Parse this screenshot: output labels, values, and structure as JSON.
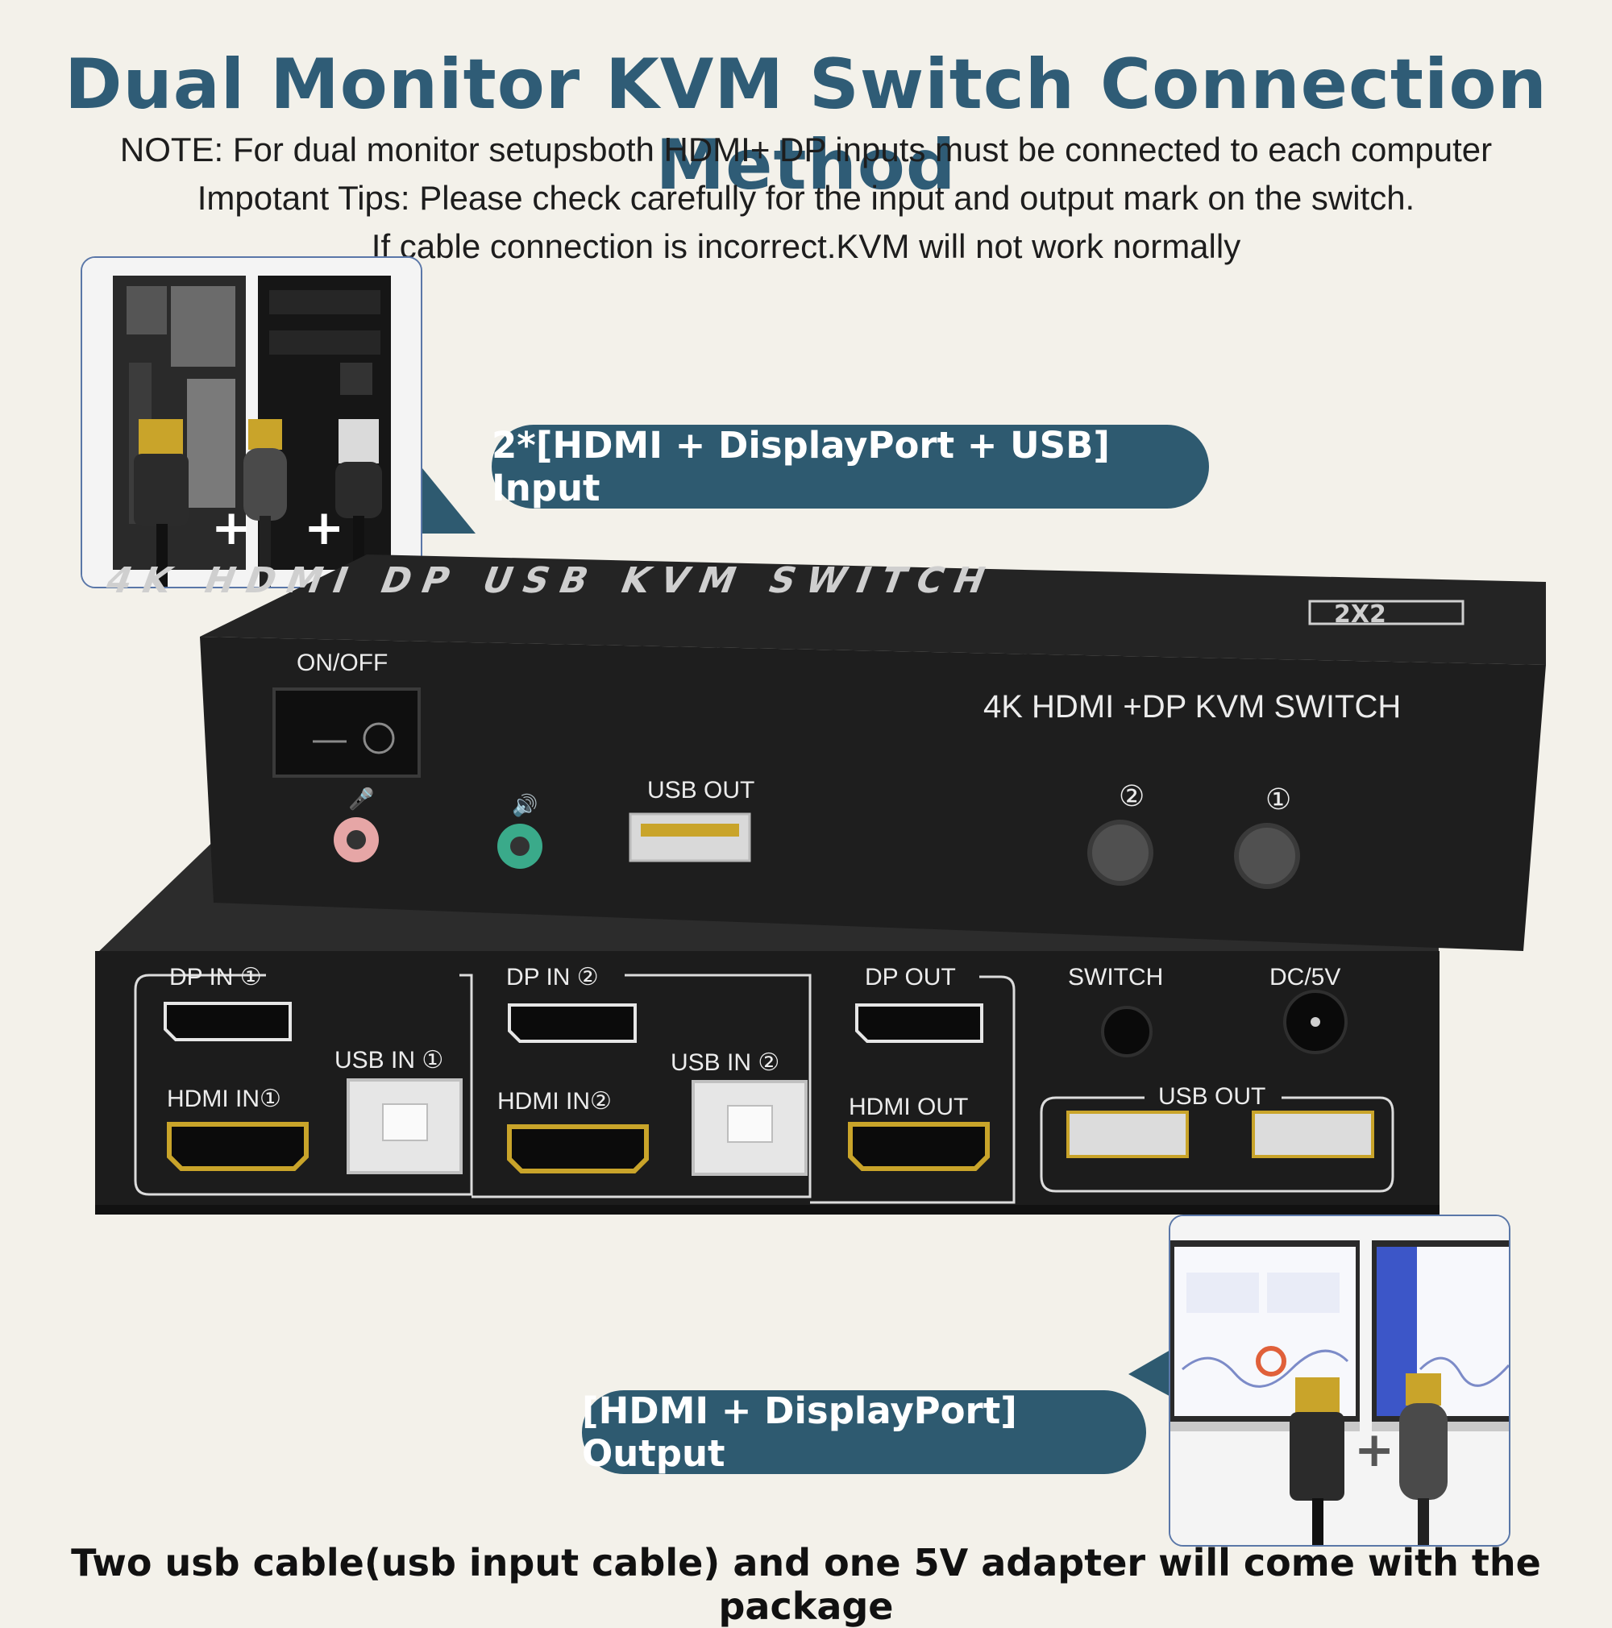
{
  "header": {
    "title": "Dual Monitor KVM Switch Connection Method",
    "note_line1": "NOTE: For dual monitor setupsboth HDMI+ DP inputs must be connected to each computer",
    "note_line2": "Impotant Tips: Please check carefully for the input and output mark on the switch.",
    "note_line3": "If cable connection is incorrect.KVM will not work normally"
  },
  "callouts": {
    "input": "2*[HDMI + DisplayPort + USB] Input",
    "output": "[HDMI + DisplayPort]  Output"
  },
  "device": {
    "top_print": "4K HDMI DP USB KVM SWITCH",
    "top_badge": "2X2",
    "front": {
      "on_off": "ON/OFF",
      "model_text": "4K HDMI +DP KVM SWITCH",
      "usb_out": "USB OUT",
      "button_2": "②",
      "button_1": "①"
    },
    "rear": {
      "dp_in_1": "DP IN ①",
      "dp_in_2": "DP IN ②",
      "dp_out": "DP OUT",
      "switch": "SWITCH",
      "dc": "DC/5V",
      "usb_in_1": "USB IN ①",
      "usb_in_2": "USB IN ②",
      "hdmi_in_1": "HDMI IN①",
      "hdmi_in_2": "HDMI IN②",
      "hdmi_out": "HDMI OUT",
      "usb_out": "USB OUT"
    }
  },
  "footer": {
    "text": "Two usb cable(usb input cable) and one 5V adapter will come with the package"
  },
  "colors": {
    "title": "#2f5c76",
    "callout_bg": "#2e5a70",
    "background": "#f3f1ea",
    "device_body": "#1f1f1f"
  }
}
